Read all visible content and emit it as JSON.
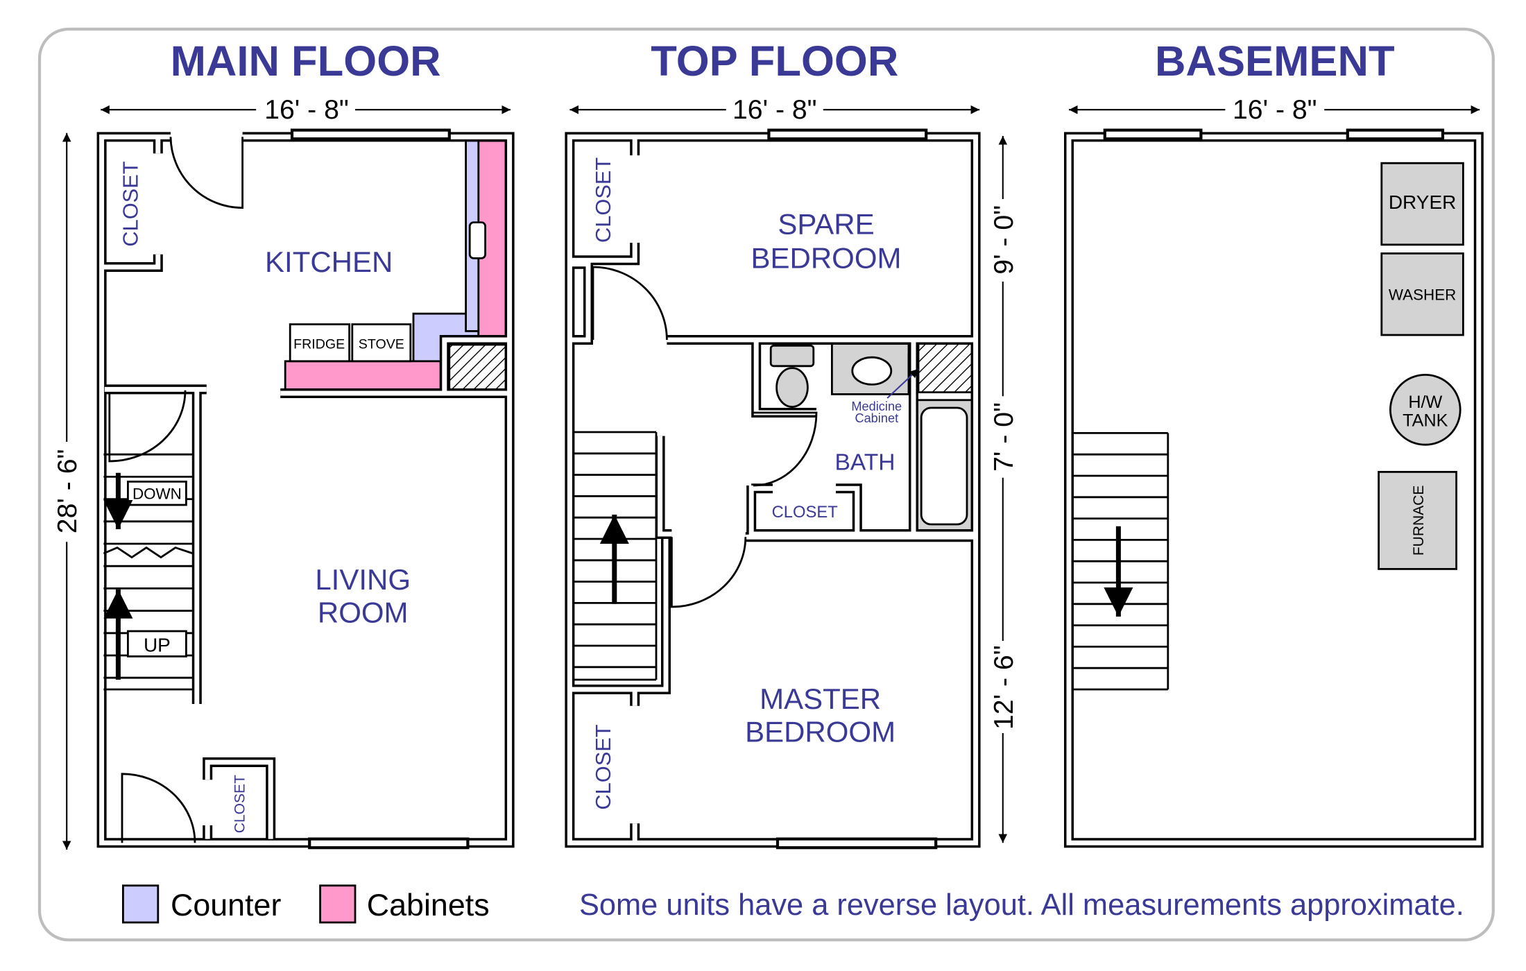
{
  "titles": {
    "main": "MAIN FLOOR",
    "top": "TOP FLOOR",
    "basement": "BASEMENT"
  },
  "dimensions": {
    "main_width": "16' - 8\"",
    "top_width": "16' - 8\"",
    "basement_width": "16' - 8\"",
    "main_depth": "28' - 6\"",
    "spare_depth": "9' - 0\"",
    "bath_depth": "7' - 0\"",
    "master_depth": "12' - 6\""
  },
  "main_floor": {
    "closet_top": "CLOSET",
    "kitchen": "KITCHEN",
    "fridge": "FRIDGE",
    "stove": "STOVE",
    "down": "DOWN",
    "up": "UP",
    "living1": "LIVING",
    "living2": "ROOM",
    "closet_bottom": "CLOSET"
  },
  "top_floor": {
    "closet_top": "CLOSET",
    "spare1": "SPARE",
    "spare2": "BEDROOM",
    "medicine1": "Medicine",
    "medicine2": "Cabinet",
    "bath": "BATH",
    "bath_closet": "CLOSET",
    "master1": "MASTER",
    "master2": "BEDROOM",
    "closet_bottom": "CLOSET"
  },
  "basement": {
    "dryer": "DRYER",
    "washer": "WASHER",
    "tank1": "H/W",
    "tank2": "TANK",
    "furnace": "FURNACE"
  },
  "legend": {
    "counter": "Counter",
    "cabinets": "Cabinets",
    "note": "Some units have a reverse layout. All measurements approximate."
  },
  "colors": {
    "title": "#3a3a96",
    "counter": "#ccccff",
    "cabinets": "#ff99cc",
    "appliance": "#d3d3d3"
  }
}
